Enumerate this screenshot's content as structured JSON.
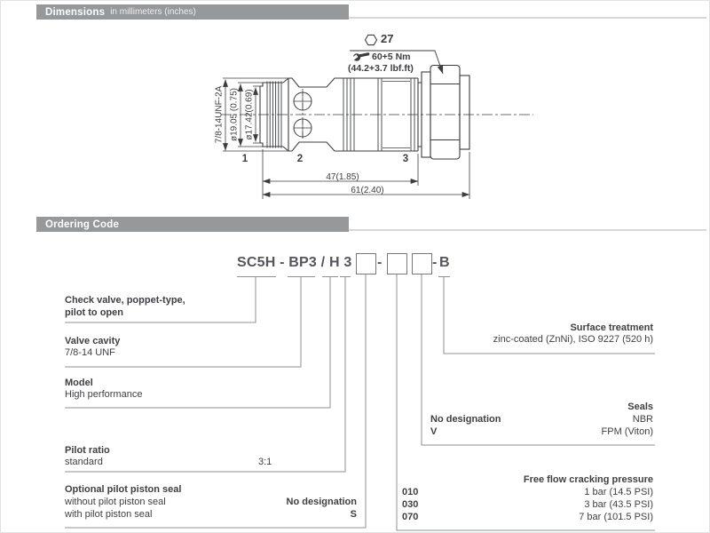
{
  "page": {
    "header_bar_color": "#97989a",
    "text_color": "#3e3f42",
    "line_color": "#3c3d40",
    "leader_color": "#8f9092",
    "code_color": "#55565b"
  },
  "dimensions_section": {
    "header": {
      "title": "Dimensions",
      "subtitle": "in millimeters (inches)"
    },
    "drawing": {
      "hex_size": "27",
      "torque": "60+5 Nm",
      "torque_alt": "(44.2+3.7 lbf.ft)",
      "thread": "7/8-14UNF-2A",
      "dia_outer": "ø19.05 (0.75)",
      "dia_inner": "ø17.42(0.69)",
      "ports": [
        "1",
        "2",
        "3"
      ],
      "length_thread": "47(1.85)",
      "length_total": "61(2.40)"
    }
  },
  "ordering_section": {
    "header": {
      "title": "Ordering Code"
    },
    "code": {
      "base": "SC5H - BP3 / H 3",
      "dash1": "-",
      "dash2": "-",
      "suffix": "B"
    },
    "left_callouts": {
      "type": {
        "line1": "Check valve, poppet-type,",
        "line2": "pilot to open"
      },
      "cavity": {
        "title": "Valve cavity",
        "value": "7/8-14 UNF"
      },
      "model": {
        "title": "Model",
        "value": "High performance"
      },
      "pilot_ratio": {
        "title": "Pilot ratio",
        "label": "standard",
        "value": "3:1"
      },
      "piston_seal": {
        "title": "Optional pilot piston seal",
        "rows": [
          {
            "label": "without pilot piston seal",
            "code": "No designation"
          },
          {
            "label": "with pilot piston seal",
            "code": "S"
          }
        ]
      }
    },
    "right_callouts": {
      "surface": {
        "title": "Surface treatment",
        "value": "zinc-coated (ZnNi), ISO 9227 (520 h)"
      },
      "seals": {
        "title": "Seals",
        "rows": [
          {
            "code": "No designation",
            "value": "NBR"
          },
          {
            "code": "V",
            "value": "FPM (Viton)"
          }
        ]
      },
      "cracking": {
        "title": "Free flow cracking pressure",
        "rows": [
          {
            "code": "010",
            "value": "1 bar (14.5 PSI)"
          },
          {
            "code": "030",
            "value": "3 bar (43.5 PSI)"
          },
          {
            "code": "070",
            "value": "7 bar (101.5 PSI)"
          }
        ]
      }
    }
  }
}
